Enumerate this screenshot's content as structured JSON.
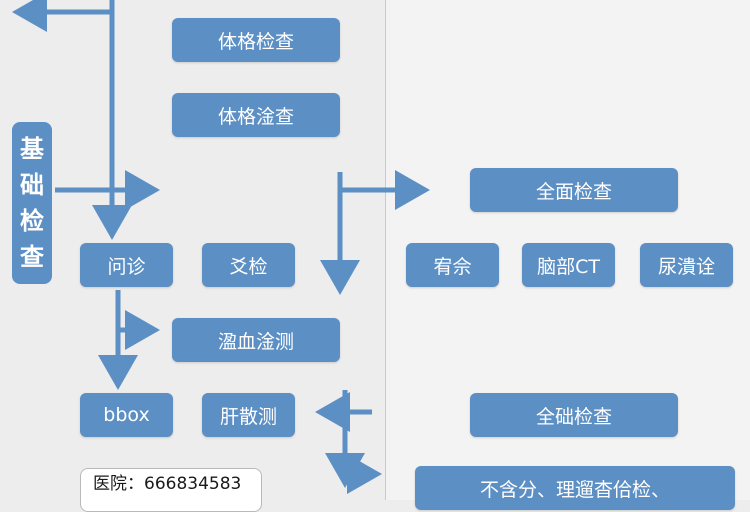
{
  "side_label": [
    "基",
    "础",
    "检",
    "查"
  ],
  "boxes": {
    "tige_1": "体格检查",
    "tige_2": "体格淦查",
    "wenzhen": "问诊",
    "jian": "爻检",
    "xueye": "溋血淦测",
    "left_small": "bbox",
    "gan": "肝散测",
    "quanmian": "全面检查",
    "item_1": "宥佘",
    "item_2": "脑部CT",
    "item_3": "尿潰诠",
    "quanchu": "全础检查",
    "bottom_text": "不含分、理遛杳佮检、"
  },
  "phone": "医院：666834583",
  "colors": {
    "box_fill": "#5c8fc4",
    "connector": "#5c8fc4",
    "left_background": "#ededee",
    "right_background": "#f3f3f4"
  }
}
